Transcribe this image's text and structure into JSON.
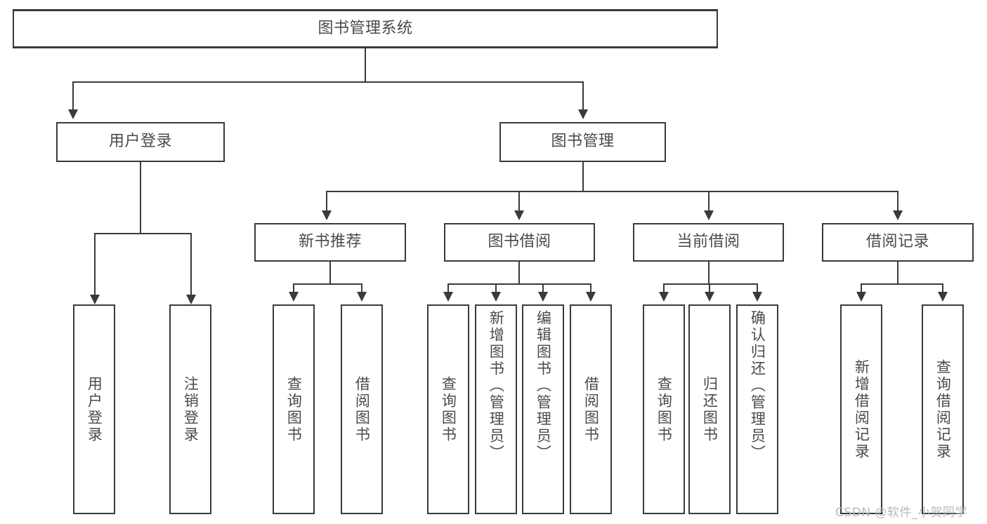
{
  "diagram": {
    "title": "图书管理系统",
    "type": "functional-hierarchy-tree",
    "root": {
      "id": "root",
      "label": "图书管理系统",
      "orientation": "horizontal"
    },
    "level1": [
      {
        "id": "user-login",
        "label": "用户登录",
        "orientation": "horizontal"
      },
      {
        "id": "book-management",
        "label": "图书管理",
        "orientation": "horizontal"
      }
    ],
    "level2": [
      {
        "id": "new-book-recommend",
        "label": "新书推荐",
        "parent": "book-management",
        "orientation": "horizontal"
      },
      {
        "id": "book-borrow",
        "label": "图书借阅",
        "parent": "book-management",
        "orientation": "horizontal"
      },
      {
        "id": "current-borrow",
        "label": "当前借阅",
        "parent": "book-management",
        "orientation": "horizontal"
      },
      {
        "id": "borrow-record",
        "label": "借阅记录",
        "parent": "book-management",
        "orientation": "horizontal"
      }
    ],
    "leaves": [
      {
        "id": "leaf-user-login",
        "label": "用户登录",
        "parent": "user-login",
        "orientation": "vertical"
      },
      {
        "id": "leaf-logout",
        "label": "注销登录",
        "parent": "user-login",
        "orientation": "vertical"
      },
      {
        "id": "leaf-query-book-recommend",
        "label": "查询图书",
        "parent": "new-book-recommend",
        "orientation": "vertical"
      },
      {
        "id": "leaf-borrow-book-recommend",
        "label": "借阅图书",
        "parent": "new-book-recommend",
        "orientation": "vertical"
      },
      {
        "id": "leaf-query-book-borrow",
        "label": "查询图书",
        "parent": "book-borrow",
        "orientation": "vertical"
      },
      {
        "id": "leaf-add-book-admin",
        "label": "新增图书（管理员）",
        "parent": "book-borrow",
        "orientation": "vertical"
      },
      {
        "id": "leaf-edit-book-admin",
        "label": "编辑图书（管理员）",
        "parent": "book-borrow",
        "orientation": "vertical"
      },
      {
        "id": "leaf-borrow-book",
        "label": "借阅图书",
        "parent": "book-borrow",
        "orientation": "vertical"
      },
      {
        "id": "leaf-query-book-current",
        "label": "查询图书",
        "parent": "current-borrow",
        "orientation": "vertical"
      },
      {
        "id": "leaf-return-book",
        "label": "归还图书",
        "parent": "current-borrow",
        "orientation": "vertical"
      },
      {
        "id": "leaf-confirm-return-admin",
        "label": "确认归还（管理员）",
        "parent": "current-borrow",
        "orientation": "vertical"
      },
      {
        "id": "leaf-add-borrow-record",
        "label": "新增借阅记录",
        "parent": "borrow-record",
        "orientation": "vertical"
      },
      {
        "id": "leaf-query-borrow-record",
        "label": "查询借阅记录",
        "parent": "borrow-record",
        "orientation": "vertical"
      }
    ]
  },
  "watermark": {
    "text": "CSDN @软件_小贺同学"
  },
  "colors": {
    "line": "#3a3a3a",
    "text": "#4a4a4a",
    "background": "#ffffff",
    "watermark": "#b9b9b9"
  }
}
